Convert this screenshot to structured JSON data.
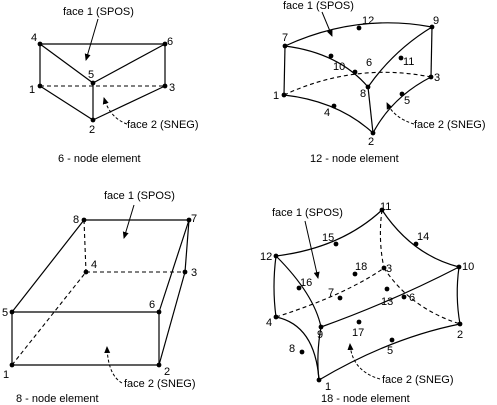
{
  "panels": {
    "six": {
      "face1": "face 1 (SPOS)",
      "face2": "face 2 (SNEG)",
      "caption": "6 - node element",
      "nodes": [
        "1",
        "2",
        "3",
        "4",
        "5",
        "6"
      ]
    },
    "twelve": {
      "face1": "face 1 (SPOS)",
      "face2": "face 2 (SNEG)",
      "caption": "12 - node element",
      "nodes": [
        "1",
        "2",
        "3",
        "4",
        "5",
        "6",
        "7",
        "8",
        "9",
        "10",
        "11",
        "12"
      ]
    },
    "eight": {
      "face1": "face 1 (SPOS)",
      "face2": "face 2 (SNEG)",
      "caption": "8 - node element",
      "nodes": [
        "1",
        "2",
        "3",
        "4",
        "5",
        "6",
        "7",
        "8"
      ]
    },
    "eighteen": {
      "face1": "face 1 (SPOS)",
      "face2": "face 2 (SNEG)",
      "caption": "18 - node element",
      "nodes": [
        "1",
        "2",
        "3",
        "4",
        "5",
        "6",
        "7",
        "8",
        "9",
        "10",
        "11",
        "12",
        "13",
        "14",
        "15",
        "16",
        "17",
        "18"
      ]
    }
  }
}
